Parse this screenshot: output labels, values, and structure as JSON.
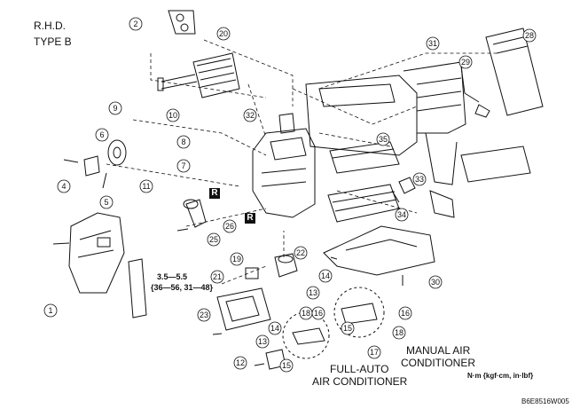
{
  "header": {
    "line1": "R.H.D.",
    "line2": "TYPE B"
  },
  "callouts": [
    "1",
    "2",
    "4",
    "5",
    "6",
    "7",
    "8",
    "9",
    "10",
    "11",
    "12",
    "13",
    "14",
    "15",
    "16",
    "17",
    "18",
    "19",
    "20",
    "21",
    "22",
    "23",
    "25",
    "26",
    "28",
    "29",
    "30",
    "31",
    "32",
    "33",
    "34",
    "35"
  ],
  "torque_spec": {
    "value": "3.5—5.5",
    "alt": "{36—56, 31—48}"
  },
  "labels": {
    "manual_line1": "MANUAL AIR",
    "manual_line2": "CONDITIONER",
    "auto_line1": "FULL-AUTO",
    "auto_line2": "AIR CONDITIONER",
    "unit_note": "N·m {kgf·cm, in·lbf}",
    "r_mark": "R",
    "figure_code": "B6E8516W005"
  }
}
